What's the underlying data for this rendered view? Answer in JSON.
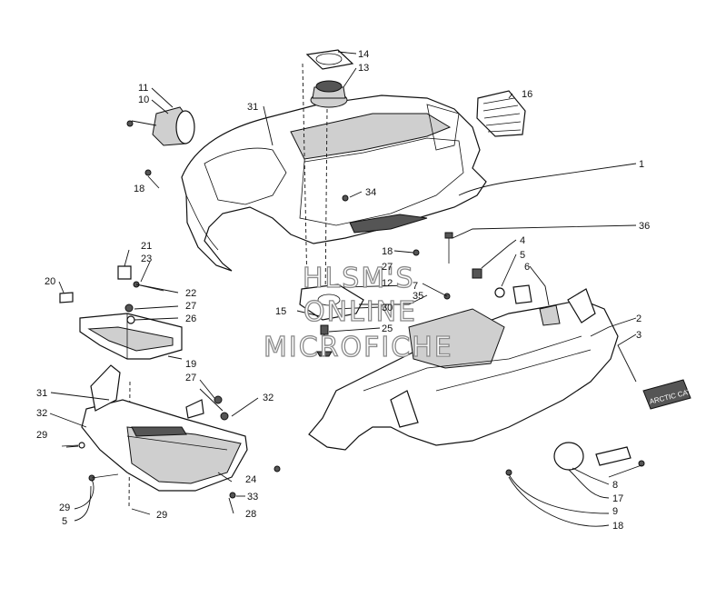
{
  "watermark": {
    "line1": "HLSM'S",
    "line2": "ONLINE",
    "line3": "MICROFICHE"
  },
  "callouts": {
    "c1": "1",
    "c2": "2",
    "c3": "3",
    "c4": "4",
    "c5a": "5",
    "c5b": "5",
    "c6": "6",
    "c7": "7",
    "c8": "8",
    "c9": "9",
    "c10": "10",
    "c11": "11",
    "c12": "12",
    "c13": "13",
    "c14": "14",
    "c15": "15",
    "c16": "16",
    "c17": "17",
    "c18a": "18",
    "c18b": "18",
    "c18c": "18",
    "c19": "19",
    "c20": "20",
    "c21": "21",
    "c22": "22",
    "c23": "23",
    "c24": "24",
    "c25": "25",
    "c26": "26",
    "c27a": "27",
    "c27b": "27",
    "c27c": "27",
    "c28": "28",
    "c29a": "29",
    "c29b": "29",
    "c29c": "29",
    "c30": "30",
    "c31a": "31",
    "c31b": "31",
    "c32a": "32",
    "c32b": "32",
    "c33": "33",
    "c34": "34",
    "c35": "35",
    "c36": "36"
  },
  "emblem_text": "ARCTIC CAT"
}
